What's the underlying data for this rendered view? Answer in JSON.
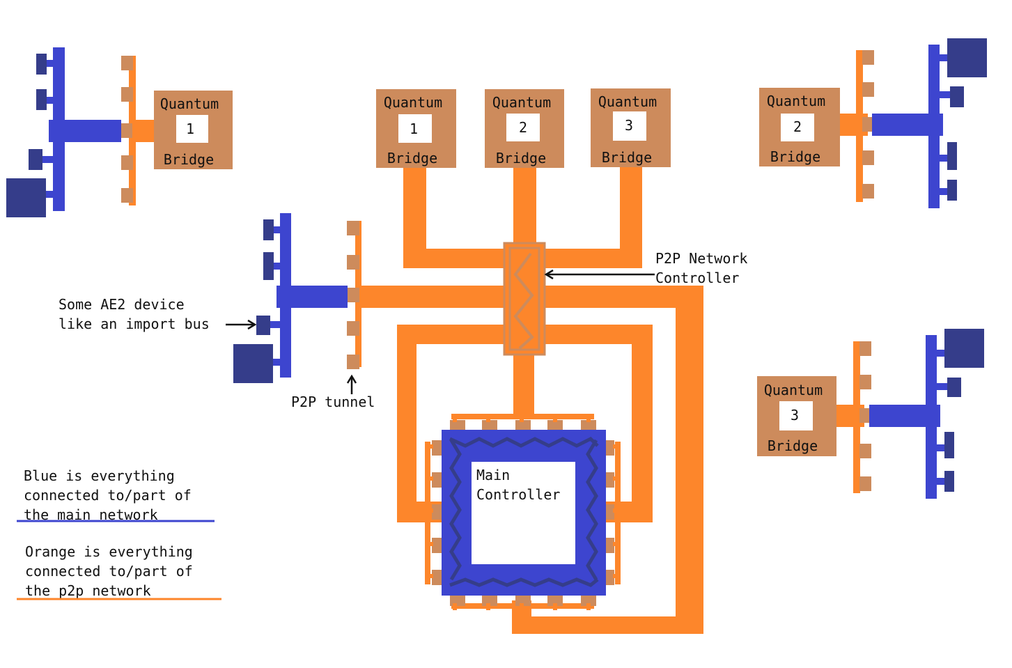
{
  "colors": {
    "main_network": "#3d45cf",
    "device_dark": "#353d8a",
    "p2p_network": "#fd862b",
    "bridge_box": "#cd8b5c",
    "text": "#111111",
    "background": "#ffffff"
  },
  "bridges": {
    "top_left": {
      "top": "Quantum",
      "num": "1",
      "bottom": "Bridge"
    },
    "top_1": {
      "top": "Quantum",
      "num": "1",
      "bottom": "Bridge"
    },
    "top_2": {
      "top": "Quantum",
      "num": "2",
      "bottom": "Bridge"
    },
    "top_3": {
      "top": "Quantum",
      "num": "3",
      "bottom": "Bridge"
    },
    "right_2": {
      "top": "Quantum",
      "num": "2",
      "bottom": "Bridge"
    },
    "right_3": {
      "top": "Quantum",
      "num": "3",
      "bottom": "Bridge"
    }
  },
  "labels": {
    "p2p_controller": [
      "P2P Network",
      "Controller"
    ],
    "ae2_device": [
      "Some AE2 device",
      "like an import bus"
    ],
    "p2p_tunnel": "P2P tunnel",
    "main_controller": [
      "Main",
      "Controller"
    ]
  },
  "legend": {
    "blue": [
      "Blue is everything",
      "connected to/part of",
      "the main network"
    ],
    "orange": [
      "Orange is everything",
      "connected to/part of",
      "the p2p network"
    ]
  }
}
